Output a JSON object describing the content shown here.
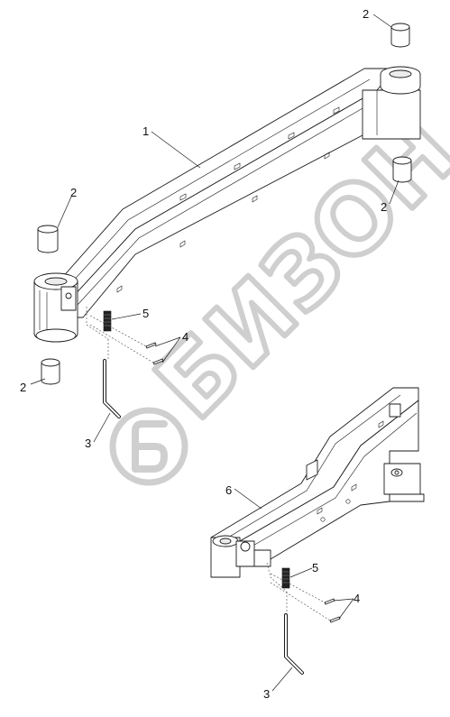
{
  "watermark": {
    "text": "БИЗОН",
    "color": "#d0d0d0"
  },
  "colors": {
    "line": "#1a1a1a",
    "background": "#ffffff"
  },
  "callouts": {
    "c1": "1",
    "c2a": "2",
    "c2b": "2",
    "c2c": "2",
    "c2d": "2",
    "c3a": "3",
    "c3b": "3",
    "c4a": "4",
    "c4b": "4",
    "c5a": "5",
    "c5b": "5",
    "c6": "6"
  }
}
